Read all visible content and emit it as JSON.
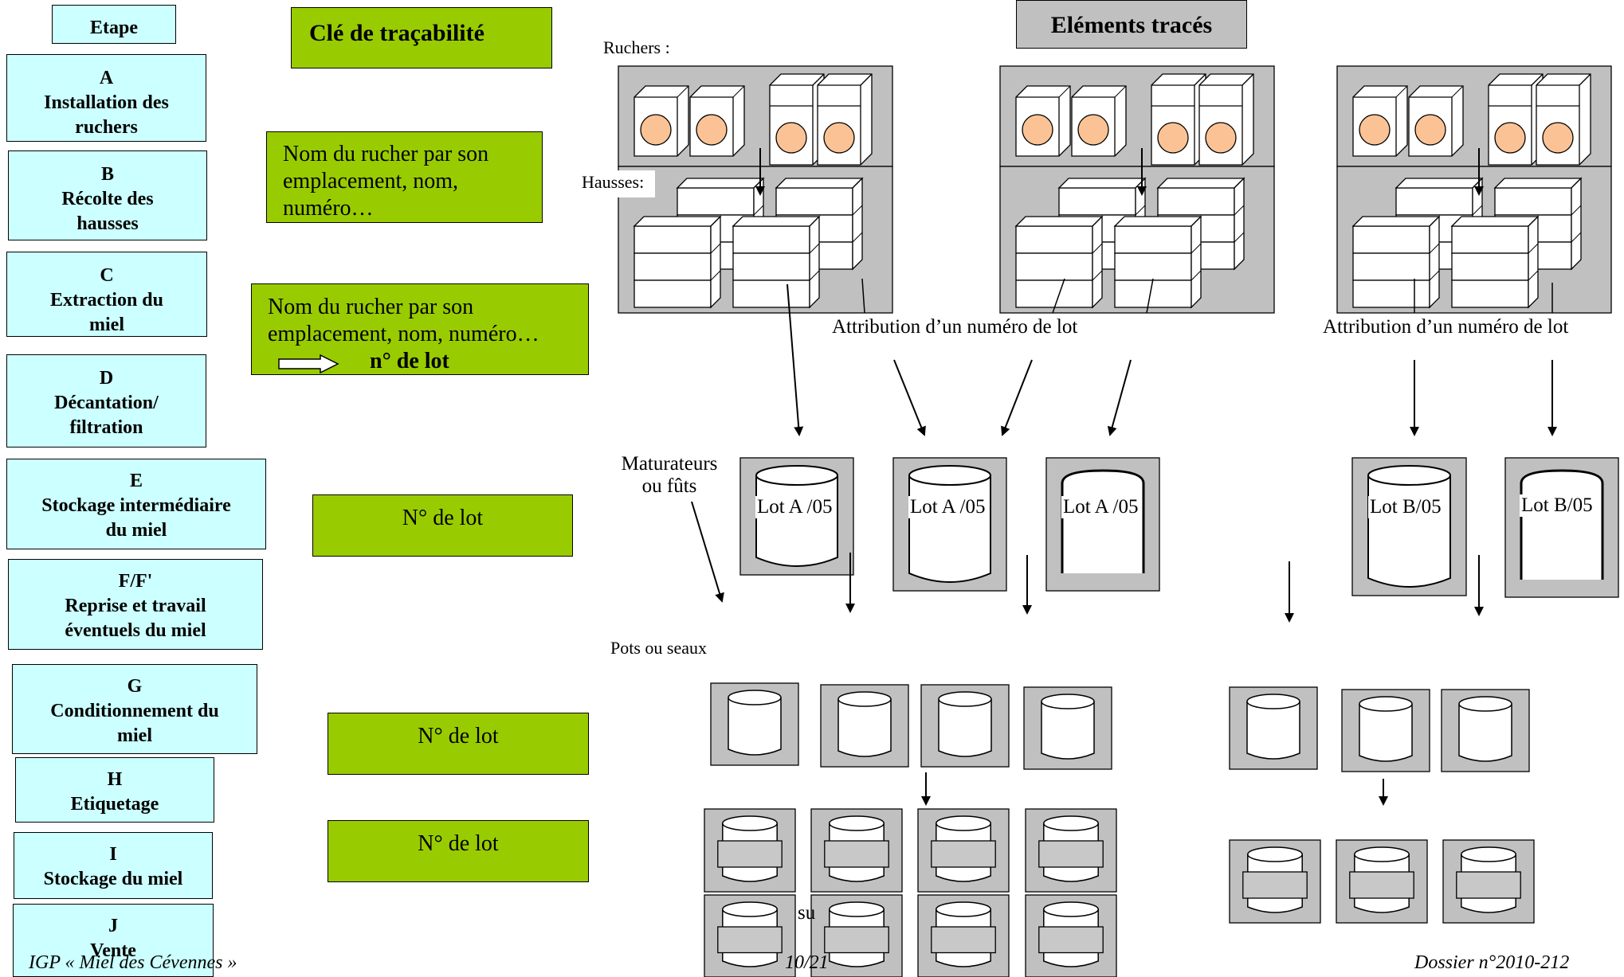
{
  "etape_header": "Etape",
  "steps": [
    {
      "letter": "A",
      "text": "Installation des ruchers",
      "lines": [
        "Installation des",
        "ruchers"
      ]
    },
    {
      "letter": "B",
      "text": "Récolte des hausses",
      "lines": [
        "Récolte des",
        "hausses"
      ]
    },
    {
      "letter": "C",
      "text": "Extraction du miel",
      "lines": [
        "Extraction du",
        "miel"
      ]
    },
    {
      "letter": "D",
      "text": "Décantation/ filtration",
      "lines": [
        "Décantation/",
        "filtration"
      ]
    },
    {
      "letter": "E",
      "text": "Stockage intermédiaire du miel",
      "lines": [
        "Stockage intermédiaire",
        "du miel"
      ]
    },
    {
      "letter": "F/F'",
      "text": "Reprise et travail éventuels du miel",
      "lines": [
        "Reprise et travail",
        "éventuels du miel"
      ]
    },
    {
      "letter": "G",
      "text": "Conditionnement du miel",
      "lines": [
        "Conditionnement du",
        "miel"
      ]
    },
    {
      "letter": "H",
      "text": "Etiquetage",
      "lines": [
        "Etiquetage"
      ]
    },
    {
      "letter": "I",
      "text": "Stockage du miel",
      "lines": [
        "Stockage du miel"
      ]
    },
    {
      "letter": "J",
      "text": "Vente",
      "lines": [
        "Vente"
      ]
    }
  ],
  "key_header": "Clé de traçabilité",
  "keys": {
    "k1_lines": [
      "Nom du rucher par son",
      "emplacement, nom,",
      "numéro…"
    ],
    "k2_lines": [
      "Nom du rucher par son",
      "emplacement, nom, numéro…"
    ],
    "k2_lot": "n° de lot",
    "k3": "N° de lot",
    "k4": "N° de lot",
    "k5": "N° de lot"
  },
  "traced_header": "Eléments tracés",
  "labels": {
    "ruchers": "Ruchers :",
    "hausses": "Hausses:",
    "attribution": "Attribution d’un numéro de lot",
    "maturateurs_1": "Maturateurs",
    "maturateurs_2": "ou fûts",
    "pots": "Pots ou seaux"
  },
  "barrels": [
    "Lot A /05",
    "Lot A /05",
    "Lot A /05",
    "Lot B/05",
    "Lot B/05"
  ],
  "footer": {
    "left": "IGP « Miel des Cévennes »",
    "center": "10/21",
    "right": "Dossier n°2010-212",
    "overlap_fragment": "su"
  },
  "colors": {
    "step_fill": "#ccffff",
    "key_fill": "#99cc00",
    "grey_panel": "#c0c0c0",
    "hive_circle": "#fbc395"
  }
}
